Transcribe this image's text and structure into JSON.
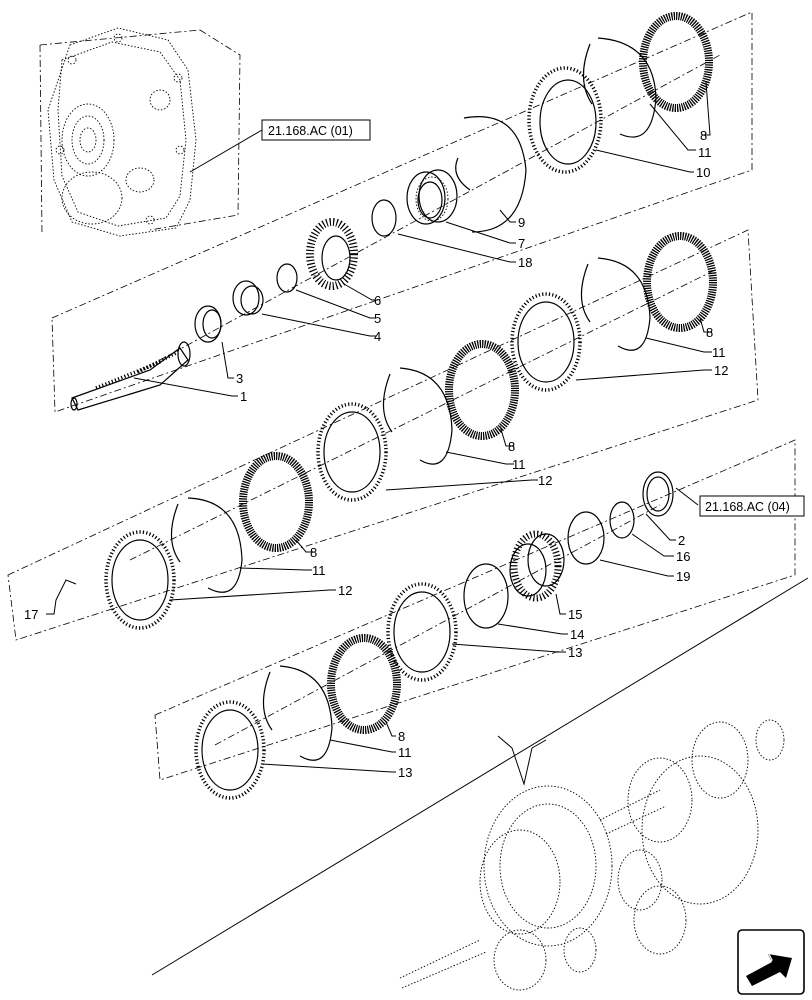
{
  "references": [
    {
      "id": "ref-upper",
      "text": "21.168.AC (01)"
    },
    {
      "id": "ref-lower",
      "text": "21.168.AC (04)"
    }
  ],
  "callouts": [
    {
      "n": "8"
    },
    {
      "n": "11"
    },
    {
      "n": "10"
    },
    {
      "n": "9"
    },
    {
      "n": "7"
    },
    {
      "n": "18"
    },
    {
      "n": "6"
    },
    {
      "n": "5"
    },
    {
      "n": "4"
    },
    {
      "n": "3"
    },
    {
      "n": "1"
    },
    {
      "n": "8"
    },
    {
      "n": "11"
    },
    {
      "n": "12"
    },
    {
      "n": "8"
    },
    {
      "n": "11"
    },
    {
      "n": "12"
    },
    {
      "n": "8"
    },
    {
      "n": "11"
    },
    {
      "n": "12"
    },
    {
      "n": "17"
    },
    {
      "n": "2"
    },
    {
      "n": "16"
    },
    {
      "n": "19"
    },
    {
      "n": "15"
    },
    {
      "n": "14"
    },
    {
      "n": "13"
    },
    {
      "n": "8"
    },
    {
      "n": "11"
    },
    {
      "n": "13"
    }
  ],
  "icons": {
    "nav": "next-page-arrow-icon",
    "housing": "transmission-housing-icon",
    "assembly": "gear-shaft-assembly-icon"
  }
}
